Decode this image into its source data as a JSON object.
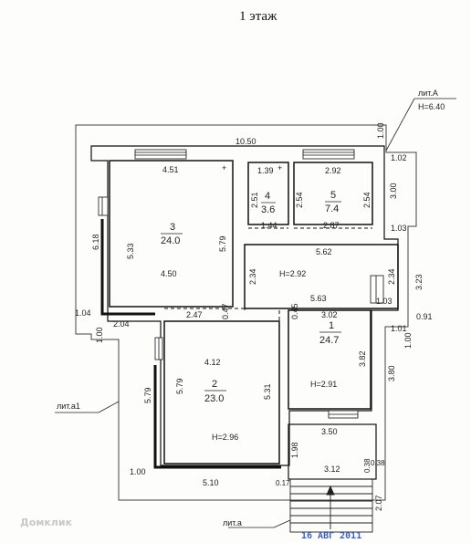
{
  "title": "1 этаж",
  "labels": {
    "lit_a": "лит.А",
    "height_a": "H=6.40",
    "lit_a1": "лит.а1",
    "lit_a_small": "лит.а",
    "watermark": "Домклик",
    "stamp": "16 АВГ 2011"
  },
  "rooms": [
    {
      "id": "1",
      "area": "24.7"
    },
    {
      "id": "2",
      "area": "23.0"
    },
    {
      "id": "3",
      "area": "24.0"
    },
    {
      "id": "4",
      "area": "3.6"
    },
    {
      "id": "5",
      "area": "7.4"
    }
  ],
  "heights": {
    "hall": "H=2.92",
    "room1": "H=2.91",
    "room2": "H=2.96"
  },
  "dims": {
    "top_total": "10.50",
    "r3_top": "4.51",
    "r4_top": "1.39",
    "r5_top": "2.92",
    "right_top": "1.00",
    "right_102": "1.02",
    "right_300": "3.00",
    "right_103": "1.03",
    "right_323": "3.23",
    "right_091": "0.91",
    "right_101": "1.01",
    "right_100": "1.00",
    "right_380": "3.80",
    "r4_left": "2.51",
    "r5_left": "2.54",
    "r5_right": "2.54",
    "r4_bottom": "1.44",
    "r5_bottom": "2.87",
    "hall_top": "5.62",
    "hall_left": "2.34",
    "hall_right": "2.34",
    "hall_bottom": "5.63",
    "hall_103": "1.03",
    "r3_left_outer": "6.18",
    "r3_left": "5.33",
    "r3_right": "5.79",
    "r3_bottom": "4.50",
    "left_104": "1.04",
    "left_204": "2.04",
    "left_100": "1.00",
    "mid_247": "2.47",
    "mid_047": "0.47",
    "mid_045": "0.45",
    "r1_top": "3.02",
    "r1_right": "3.82",
    "r1_bottom": "3.50",
    "r2_top": "4.12",
    "r2_left_outer": "5.79",
    "r2_left": "5.79",
    "r2_right": "5.31",
    "bottom_100": "1.00",
    "bottom_510": "5.10",
    "bottom_017": "0.17",
    "porch_198": "1.98",
    "porch_312": "3.12",
    "porch_038a": "0.38",
    "porch_038b": "0.38",
    "stairs_207": "2.07"
  }
}
